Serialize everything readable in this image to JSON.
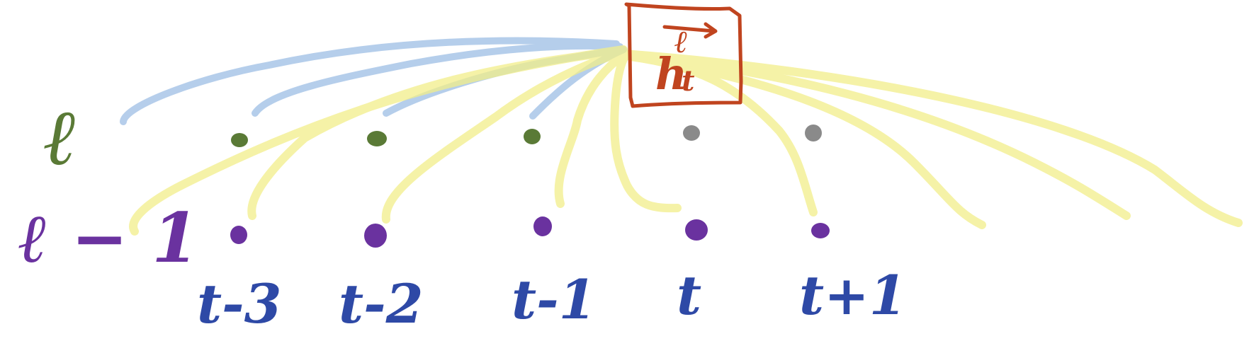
{
  "layers": {
    "upper": {
      "label": "ℓ",
      "color": "#5a7a36"
    },
    "lower": {
      "label": "ℓ − 1",
      "color": "#6a329f"
    }
  },
  "timesteps": [
    "t-3",
    "t-2",
    "t-1",
    "t",
    "t+1"
  ],
  "timestep_color": "#2e49a6",
  "target": {
    "main": "h",
    "sub": "t",
    "sup": "ℓ",
    "color": "#c0441f"
  },
  "colors": {
    "attention_upper": "#a9c6e8",
    "attention_lower": "#f2ee8a",
    "future_node": "#8a8a8a"
  }
}
